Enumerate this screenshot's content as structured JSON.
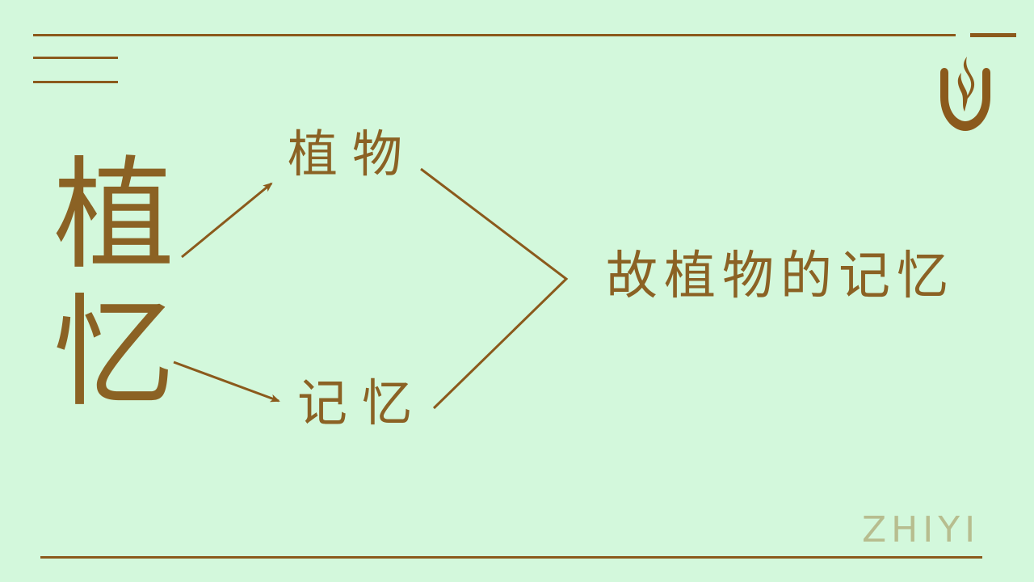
{
  "colors": {
    "background": "#d3f8dc",
    "accent": "#8b5a1c",
    "text": "#8b6224",
    "watermark": "#b7bd8f"
  },
  "left": {
    "char_top": "植",
    "char_bottom": "忆"
  },
  "branches": {
    "top": "植物",
    "bottom": "记忆"
  },
  "result": {
    "phrase": "故植物的记忆"
  },
  "logo": {
    "icon": "flame-in-cup-icon"
  },
  "watermark": {
    "text": "ZHIYI"
  }
}
